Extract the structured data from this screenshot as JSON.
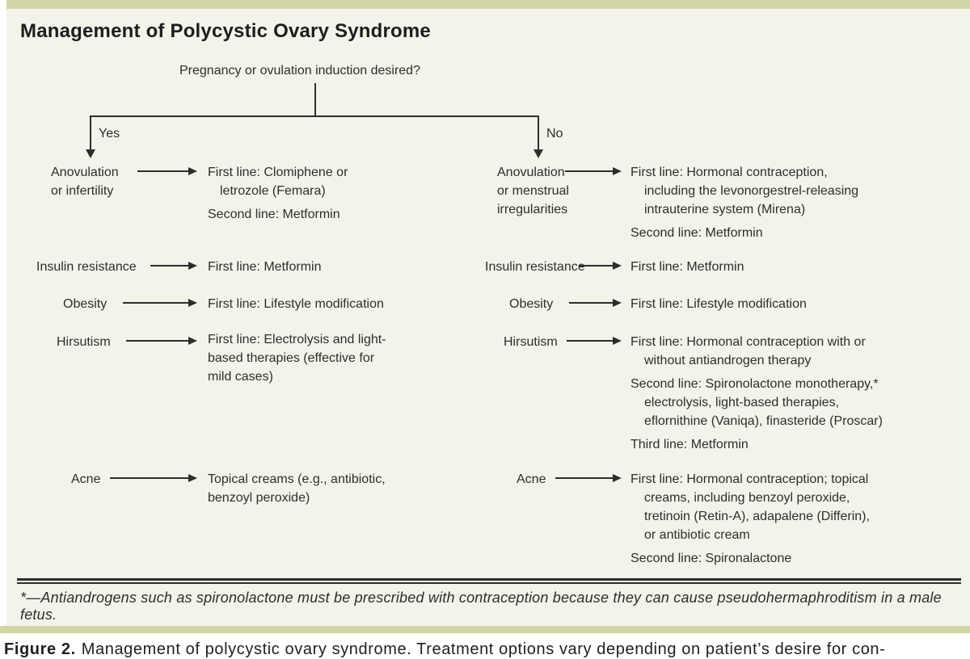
{
  "title": "Management of Polycystic Ovary Syndrome",
  "flowchart": {
    "question": "Pregnancy or ovulation induction desired?",
    "yes_label": "Yes",
    "no_label": "No",
    "yes_branch": {
      "rows": [
        {
          "condition": [
            "Anovulation",
            "or infertility"
          ],
          "treatment": [
            "First line: Clomiphene or",
            "letrozole (Femara)",
            "Second line: Metformin"
          ]
        },
        {
          "condition": [
            "Insulin resistance"
          ],
          "treatment": [
            "First line: Metformin"
          ]
        },
        {
          "condition": [
            "Obesity"
          ],
          "treatment": [
            "First line: Lifestyle modification"
          ]
        },
        {
          "condition": [
            "Hirsutism"
          ],
          "treatment": [
            "First line: Electrolysis and light-",
            "based therapies (effective for",
            "mild cases)"
          ]
        },
        {
          "condition": [
            "Acne"
          ],
          "treatment": [
            "Topical creams (e.g., antibiotic,",
            "benzoyl peroxide)"
          ]
        }
      ]
    },
    "no_branch": {
      "rows": [
        {
          "condition": [
            "Anovulation",
            "or menstrual",
            "irregularities"
          ],
          "treatment": [
            "First line: Hormonal contraception,",
            "including the levonorgestrel-releasing",
            "intrauterine system (Mirena)",
            "Second line: Metformin"
          ]
        },
        {
          "condition": [
            "Insulin resistance"
          ],
          "treatment": [
            "First line: Metformin"
          ]
        },
        {
          "condition": [
            "Obesity"
          ],
          "treatment": [
            "First line: Lifestyle modification"
          ]
        },
        {
          "condition": [
            "Hirsutism"
          ],
          "treatment": [
            "First line: Hormonal contraception with or",
            "without antiandrogen therapy",
            "Second line: Spironolactone monotherapy,*",
            "electrolysis, light-based therapies,",
            "eflornithine (Vaniqa), finasteride (Proscar)",
            "Third line: Metformin"
          ]
        },
        {
          "condition": [
            "Acne"
          ],
          "treatment": [
            "First line: Hormonal contraception; topical",
            "creams, including benzoyl peroxide,",
            "tretinoin (Retin-A), adapalene (Differin),",
            "or antibiotic cream",
            "Second line: Spironalactone"
          ]
        }
      ]
    }
  },
  "footnote": "*—Antiandrogens such as spironolactone must be prescribed with contraception because they can cause pseudohermaphroditism in a male fetus.",
  "caption": {
    "label": "Figure 2.",
    "text": "Management of polycystic ovary syndrome. Treatment options vary depending on patient’s desire for con-"
  },
  "colors": {
    "accent_bar": "#d3d5a6",
    "panel_background": "#f4f3ea",
    "ink": "#2d2d2d"
  }
}
